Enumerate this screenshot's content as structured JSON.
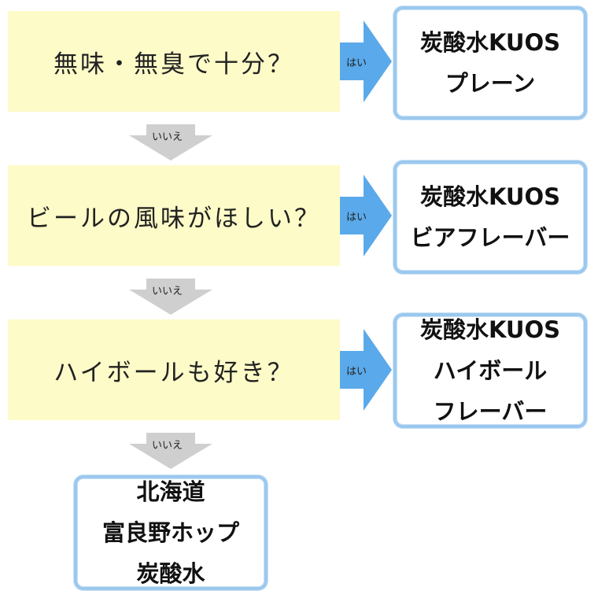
{
  "colors": {
    "question_bg": "#fdfbc8",
    "yes_arrow": "#5aa9ea",
    "no_arrow": "#cfcfcf",
    "answer_border": "#9cc8ee"
  },
  "labels": {
    "yes": "はい",
    "no": "いいえ"
  },
  "questions": [
    {
      "text": "無味・無臭で十分？"
    },
    {
      "text": "ビールの風味がほしい？"
    },
    {
      "text": "ハイボールも好き？"
    }
  ],
  "answers": [
    {
      "lines": [
        "炭酸水KUOS",
        "プレーン"
      ]
    },
    {
      "lines": [
        "炭酸水KUOS",
        "ビアフレーバー"
      ]
    },
    {
      "lines": [
        "炭酸水KUOS",
        "ハイボール",
        "フレーバー"
      ]
    }
  ],
  "final_answer": {
    "lines": [
      "北海道",
      "富良野ホップ",
      "炭酸水"
    ]
  }
}
